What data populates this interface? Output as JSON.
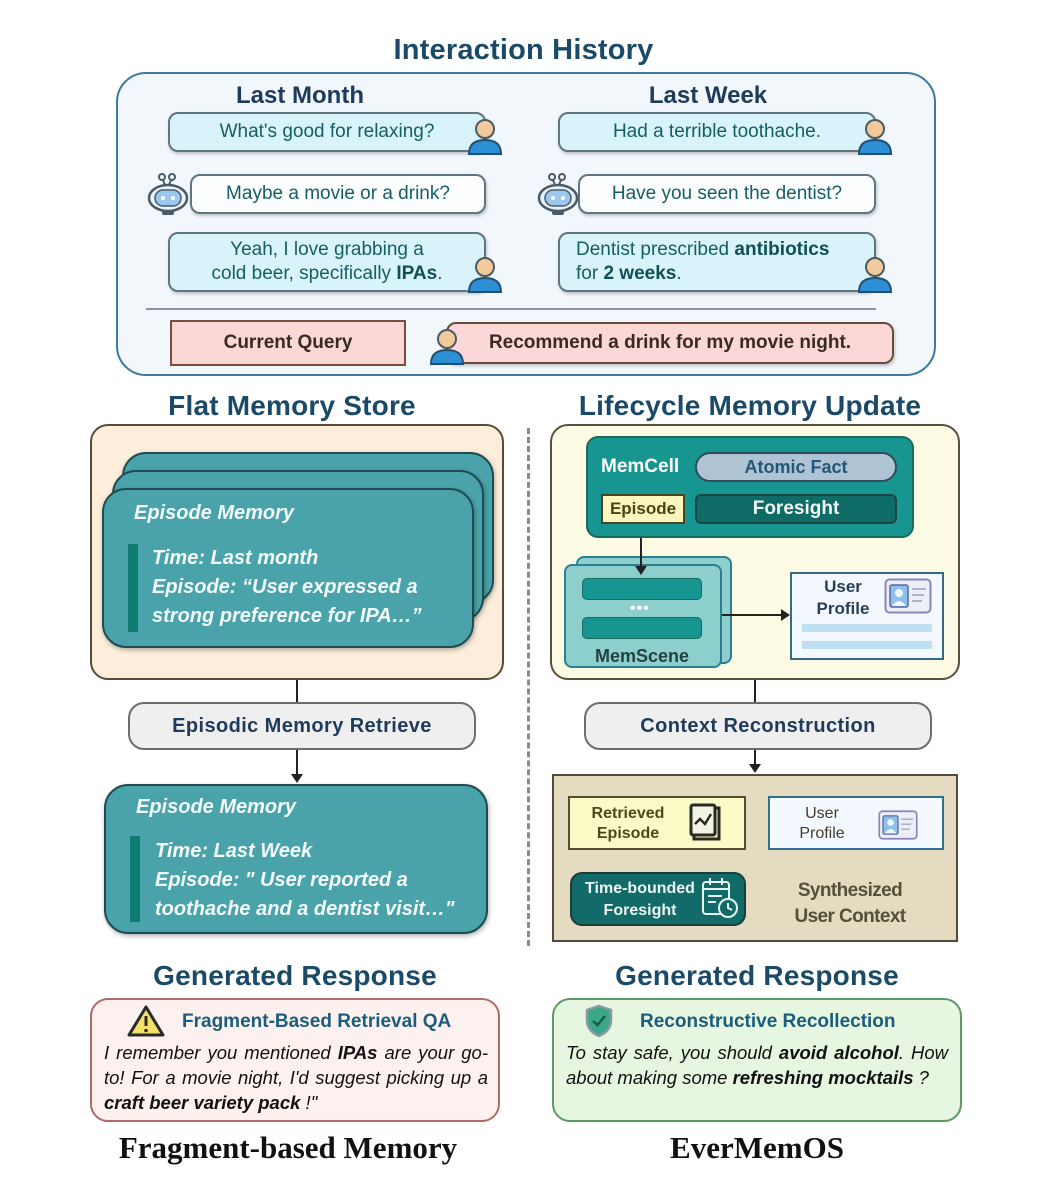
{
  "title": "Interaction History",
  "history": {
    "last_month": {
      "heading": "Last Month",
      "messages": [
        {
          "role": "user",
          "text": "What's good for relaxing?"
        },
        {
          "role": "assistant",
          "text": "Maybe a movie or a drink?"
        },
        {
          "role": "user",
          "line1": "Yeah, I love grabbing a",
          "line2_pre": "cold beer, specifically ",
          "line2_bold": "IPAs",
          "line2_post": "."
        }
      ]
    },
    "last_week": {
      "heading": "Last Week",
      "messages": [
        {
          "role": "user",
          "text": "Had a terrible toothache."
        },
        {
          "role": "assistant",
          "text": "Have you seen the dentist?"
        },
        {
          "role": "user",
          "line1_pre": "Dentist prescribed ",
          "line1_bold": "antibiotics",
          "line2_pre": "for ",
          "line2_bold": "2 weeks",
          "line2_post": "."
        }
      ]
    },
    "current_query": {
      "label": "Current Query",
      "text": "Recommend a drink for my movie night."
    }
  },
  "left": {
    "heading": "Flat Memory Store",
    "stored_episode": {
      "title": "Episode Memory",
      "time": "Time: Last month",
      "episode_line1": "Episode: “User expressed a",
      "episode_line2": "strong preference for IPA…”"
    },
    "step": "Episodic Memory Retrieve",
    "retrieved_episode": {
      "title": "Episode Memory",
      "time": "Time: Last Week",
      "episode_line1": "Episode: \" User reported a",
      "episode_line2": "toothache and a dentist visit…\""
    },
    "response_heading": "Generated Response",
    "response": {
      "icon": "warning-icon",
      "title": "Fragment-Based Retrieval QA",
      "p1": "I remember you mentioned ",
      "b1": "IPAs",
      "p2": " are your go-to! For a movie night, I'd suggest picking up a ",
      "b2": "craft beer variety pack",
      "p3": " !\""
    },
    "footer": "Fragment-based Memory"
  },
  "right": {
    "heading": "Lifecycle Memory Update",
    "memcell": {
      "label": "MemCell",
      "atomic_fact": "Atomic Fact",
      "episode": "Episode",
      "foresight": "Foresight"
    },
    "memscene": {
      "label": "MemScene",
      "dots": "•••"
    },
    "profile": {
      "line1": "User",
      "line2": "Profile"
    },
    "step": "Context Reconstruction",
    "synthesized": {
      "retrieved_episode": {
        "line1": "Retrieved",
        "line2": "Episode"
      },
      "user_profile": {
        "line1": "User",
        "line2": "Profile"
      },
      "time_bounded_foresight": {
        "line1": "Time-bounded",
        "line2": "Foresight"
      },
      "label_line1": "Synthesized",
      "label_line2": "User Context"
    },
    "response_heading": "Generated Response",
    "response": {
      "icon": "shield-check-icon",
      "title": "Reconstructive Recollection",
      "p1": "To stay safe, you should ",
      "b1": "avoid alcohol",
      "p2": ". How about making some ",
      "b2": "refreshing mocktails",
      "p3": " ?"
    },
    "footer": "EverMemOS"
  },
  "colors": {
    "heading": "#1b4a68",
    "teal": "#4aa3ab",
    "dark_teal": "#0f6b66",
    "user_bubble": "#d9f3fb",
    "query_bubble": "#fbd7d7",
    "flat_bg": "#fdeedb",
    "lifecycle_bg": "#fdfbe3",
    "synth_bg": "#e4dbc1"
  }
}
